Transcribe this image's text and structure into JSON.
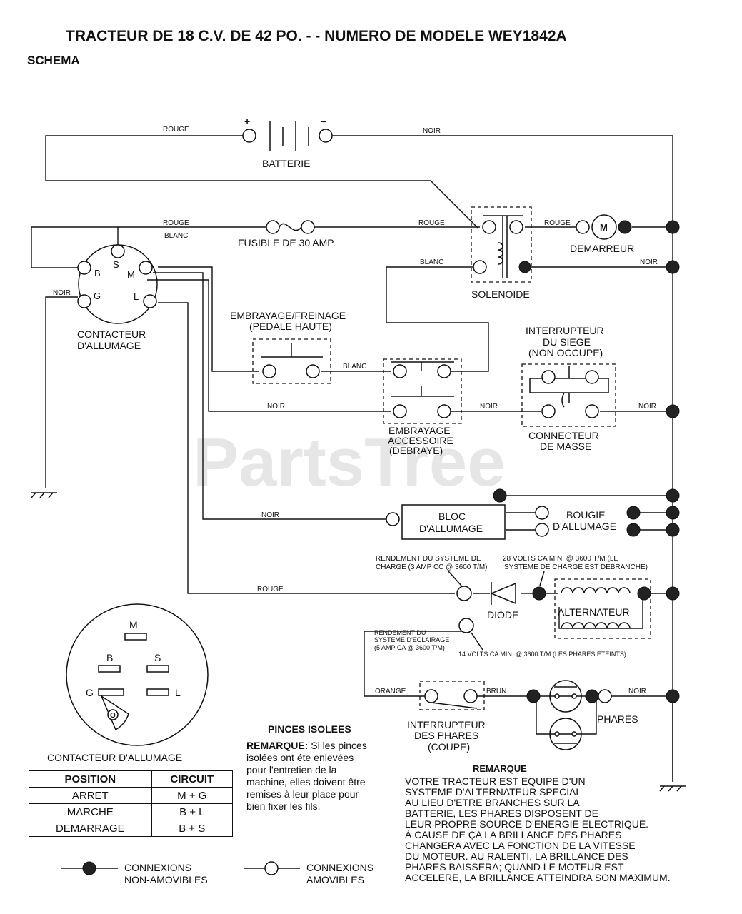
{
  "header": {
    "title": "TRACTEUR DE 18 C.V.  DE 42 PO. - - NUMERO DE MODELE WEY1842A",
    "subtitle": "SCHEMA"
  },
  "watermark": "PartsTree",
  "components": {
    "battery": {
      "label": "BATTERIE",
      "plus": "+",
      "minus": "−"
    },
    "fuse": "FUSIBLE DE 30 AMP.",
    "solenoid": "SOLENOIDE",
    "starter": {
      "label": "DEMARREUR",
      "symbol": "M"
    },
    "ignition_switch": {
      "line1": "CONTACTEUR",
      "line2": "D'ALLUMAGE",
      "terminals": {
        "b": "B",
        "s": "S",
        "m": "M",
        "g": "G",
        "l": "L"
      }
    },
    "brake_switch": {
      "line1": "EMBRAYAGE/FREINAGE",
      "line2": "(PEDALE HAUTE)"
    },
    "pto_switch": {
      "line1": "EMBRAYAGE",
      "line2": "ACCESSOIRE",
      "line3": "(DEBRAYE)"
    },
    "seat_switch": {
      "line1": "INTERRUPTEUR",
      "line2": "DU SIEGE",
      "line3": "(NON OCCUPE)"
    },
    "ground_connector": {
      "line1": "CONNECTEUR",
      "line2": "DE MASSE"
    },
    "ignition_module": {
      "line1": "BLOC",
      "line2": "D'ALLUMAGE"
    },
    "spark_plug": {
      "line1": "BOUGIE",
      "line2": "D'ALLUMAGE"
    },
    "diode": "DIODE",
    "alternator": "ALTERNATEUR",
    "headlight_switch": {
      "line1": "INTERRUPTEUR",
      "line2": "DES PHARES",
      "line3": "(COUPE)"
    },
    "headlights": "PHARES"
  },
  "wires": {
    "rouge": "ROUGE",
    "noir": "NOIR",
    "blanc": "BLANC",
    "orange": "ORANGE",
    "brun": "BRUN"
  },
  "notes": {
    "charge_line1": "RENDEMENT DU SYSTEME DE",
    "charge_line2": "CHARGE (3 AMP CC @ 3600 T/M)",
    "volts28_line1": "28 VOLTS CA MIN. @ 3600 T/M (LE",
    "volts28_line2": "SYSTEME DE CHARGE EST DEBRANCHE)",
    "light_line1": "RENDEMENT DU",
    "light_line2": "SYSTEME D'ECLAIRAGE",
    "light_line3": "(5 AMP CA @ 3600 T/M)",
    "volts14": "14 VOLTS CA MIN. @ 3600 T/M (LES PHARES ETEINTS)"
  },
  "terminal_view": {
    "title": "CONTACTEUR D'ALLUMAGE",
    "m": "M",
    "b": "B",
    "s": "S",
    "g": "G",
    "l": "L",
    "o": "O"
  },
  "position_table": {
    "headers": [
      "POSITION",
      "CIRCUIT"
    ],
    "rows": [
      [
        "ARRET",
        "M + G"
      ],
      [
        "MARCHE",
        "B + L"
      ],
      [
        "DEMARRAGE",
        "B + S"
      ]
    ]
  },
  "pinces": {
    "title": "PINCES ISOLEES",
    "remark_label": "REMARQUE:",
    "lines": [
      " Si les pinces",
      "isolées ont éte enlevées",
      "pour l'entretien de la",
      "machine, elles doivent être",
      "remises à leur place pour",
      "bien fixer les fils."
    ]
  },
  "remarque": {
    "title": "REMARQUE",
    "lines": [
      "VOTRE TRACTEUR EST EQUIPE D'UN",
      "SYSTEME D'ALTERNATEUR SPECIAL",
      "AU LIEU D'ETRE BRANCHES SUR LA",
      "BATTERIE, LES PHARES DISPOSENT DE",
      "LEUR PROPRE SOURCE D'ENERGIE ELECTRIQUE.",
      "À CAUSE DE ÇA LA BRILLANCE DES PHARES",
      "CHANGERA AVEC LA FONCTION DE LA VITESSE",
      "DU MOTEUR. AU  RALENTI, LA BRILLANCE DES",
      "PHARES BAISSERA; QUAND LE  MOTEUR EST",
      "ACCELERE, LA BRILLANCE ATTEINDRA SON MAXIMUM."
    ]
  },
  "legend": {
    "fixed_line1": "CONNEXIONS",
    "fixed_line2": "NON-AMOVIBLES",
    "removable_line1": "CONNEXIONS",
    "removable_line2": "AMOVIBLES"
  }
}
